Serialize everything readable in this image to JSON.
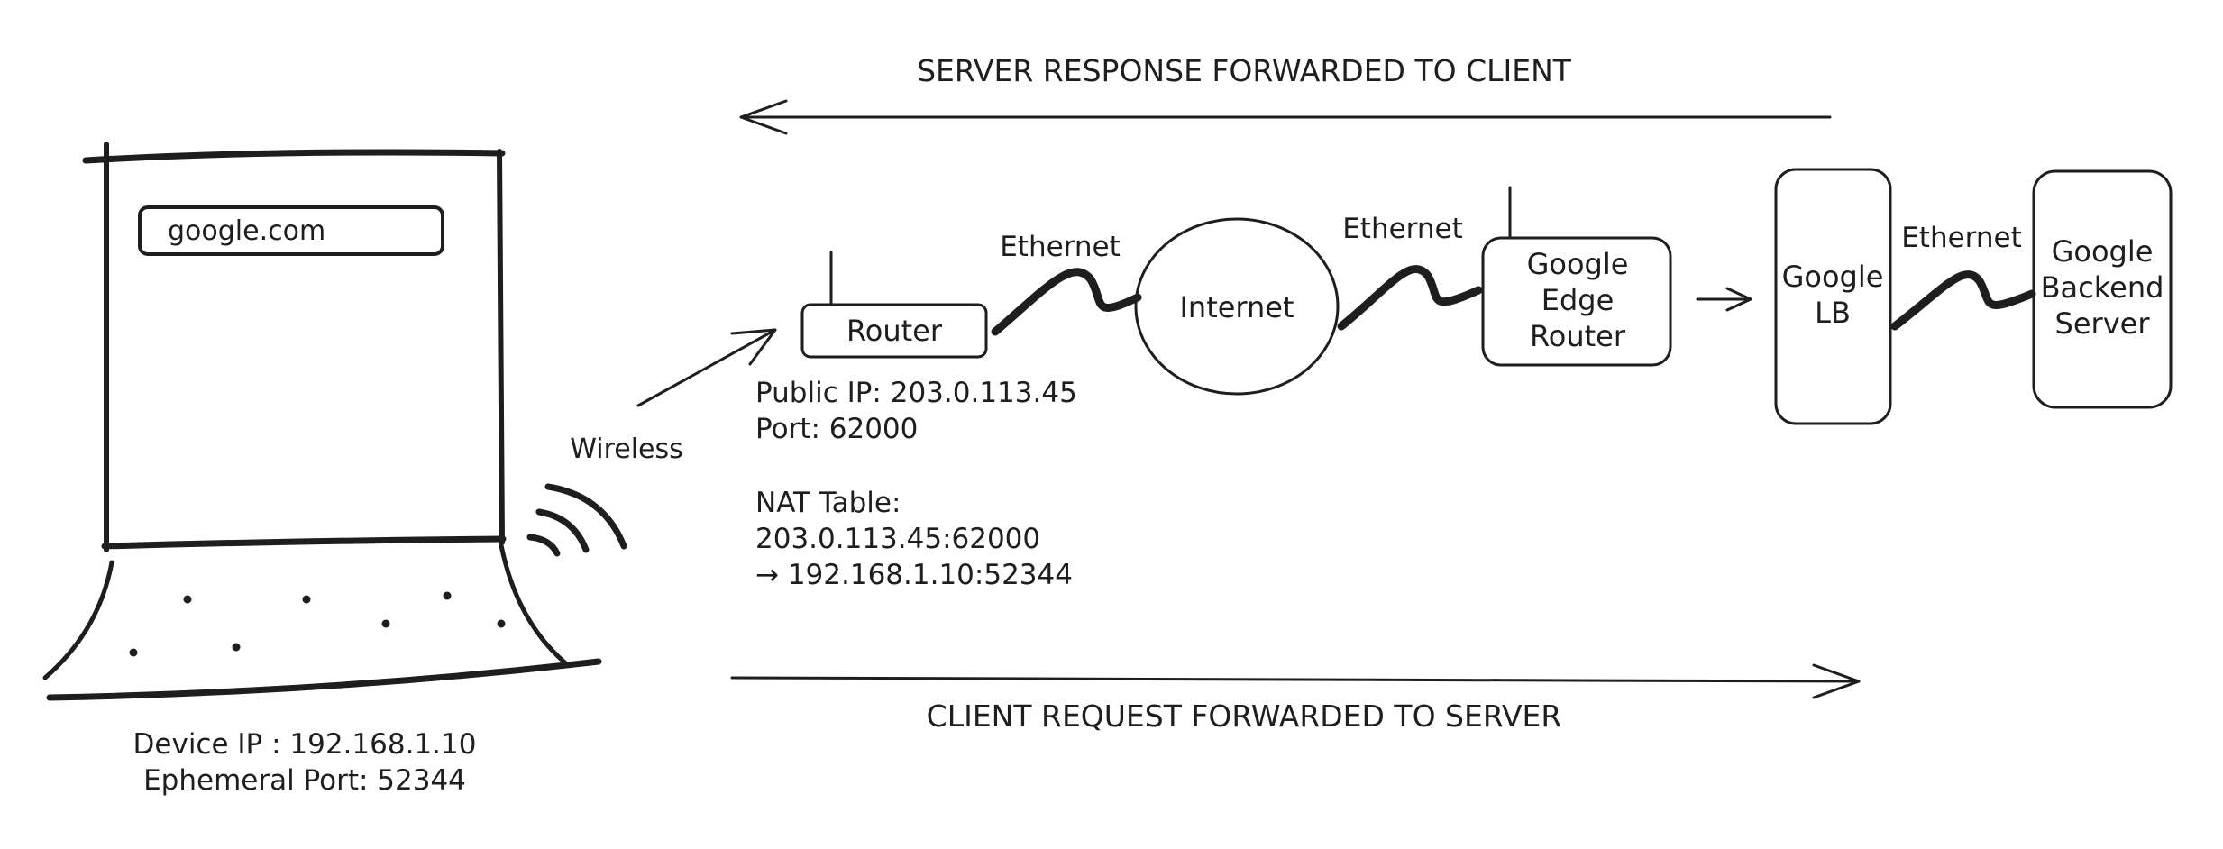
{
  "arrows": {
    "response_label": "SERVER RESPONSE FORWARDED TO CLIENT",
    "request_label": "CLIENT REQUEST FORWARDED TO SERVER"
  },
  "laptop": {
    "address_bar": "google.com",
    "device_ip": "Device IP : 192.168.1.10",
    "ephemeral_port": "Ephemeral Port: 52344"
  },
  "links": {
    "wireless": "Wireless",
    "ethernet_1": "Ethernet",
    "ethernet_2": "Ethernet",
    "ethernet_3": "Ethernet"
  },
  "router": {
    "label": "Router",
    "public_ip": "Public IP: 203.0.113.45",
    "port": "Port: 62000",
    "nat_title": "NAT Table:",
    "nat_line_1": "203.0.113.45:62000",
    "nat_line_2": "→ 192.168.1.10:52344"
  },
  "internet": {
    "label": "Internet"
  },
  "edge_router": {
    "line1": "Google",
    "line2": "Edge",
    "line3": "Router"
  },
  "load_balancer": {
    "line1": "Google",
    "line2": "LB"
  },
  "backend": {
    "line1": "Google",
    "line2": "Backend",
    "line3": "Server"
  }
}
